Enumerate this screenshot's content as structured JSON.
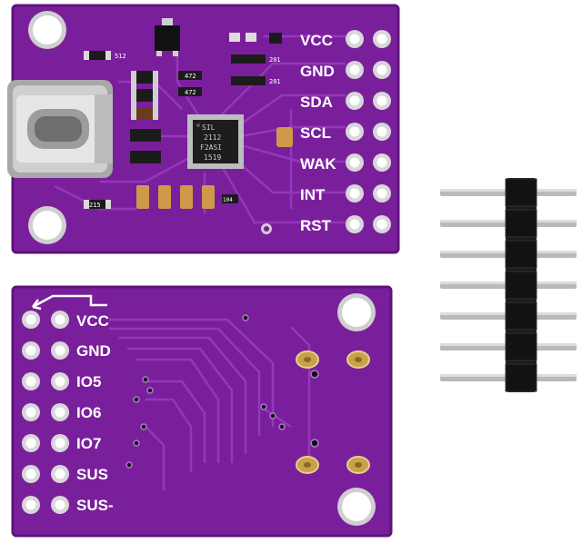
{
  "colors": {
    "pcb": "#7a1f9c",
    "pcb_dark": "#5e137a",
    "trace": "#8e33b3",
    "silk": "#ffffff",
    "pad": "#d7d7d7",
    "header_plastic": "#1a1a1a",
    "pin_metal": "#b9b9b9",
    "gold": "#c8a24a"
  },
  "top_board": {
    "pin_labels": [
      "VCC",
      "GND",
      "SDA",
      "SCL",
      "WAK",
      "INT",
      "RST"
    ],
    "chip_lines": [
      "SIL",
      "2112",
      "F2ASI",
      "1519"
    ],
    "component_codes": [
      "512",
      "472",
      "472",
      "201",
      "201",
      "104",
      "215"
    ]
  },
  "bottom_board": {
    "pin_labels": [
      "VCC",
      "GND",
      "IO5",
      "IO6",
      "IO7",
      "SUS",
      "SUS-"
    ]
  },
  "header": {
    "pin_count": 7
  }
}
